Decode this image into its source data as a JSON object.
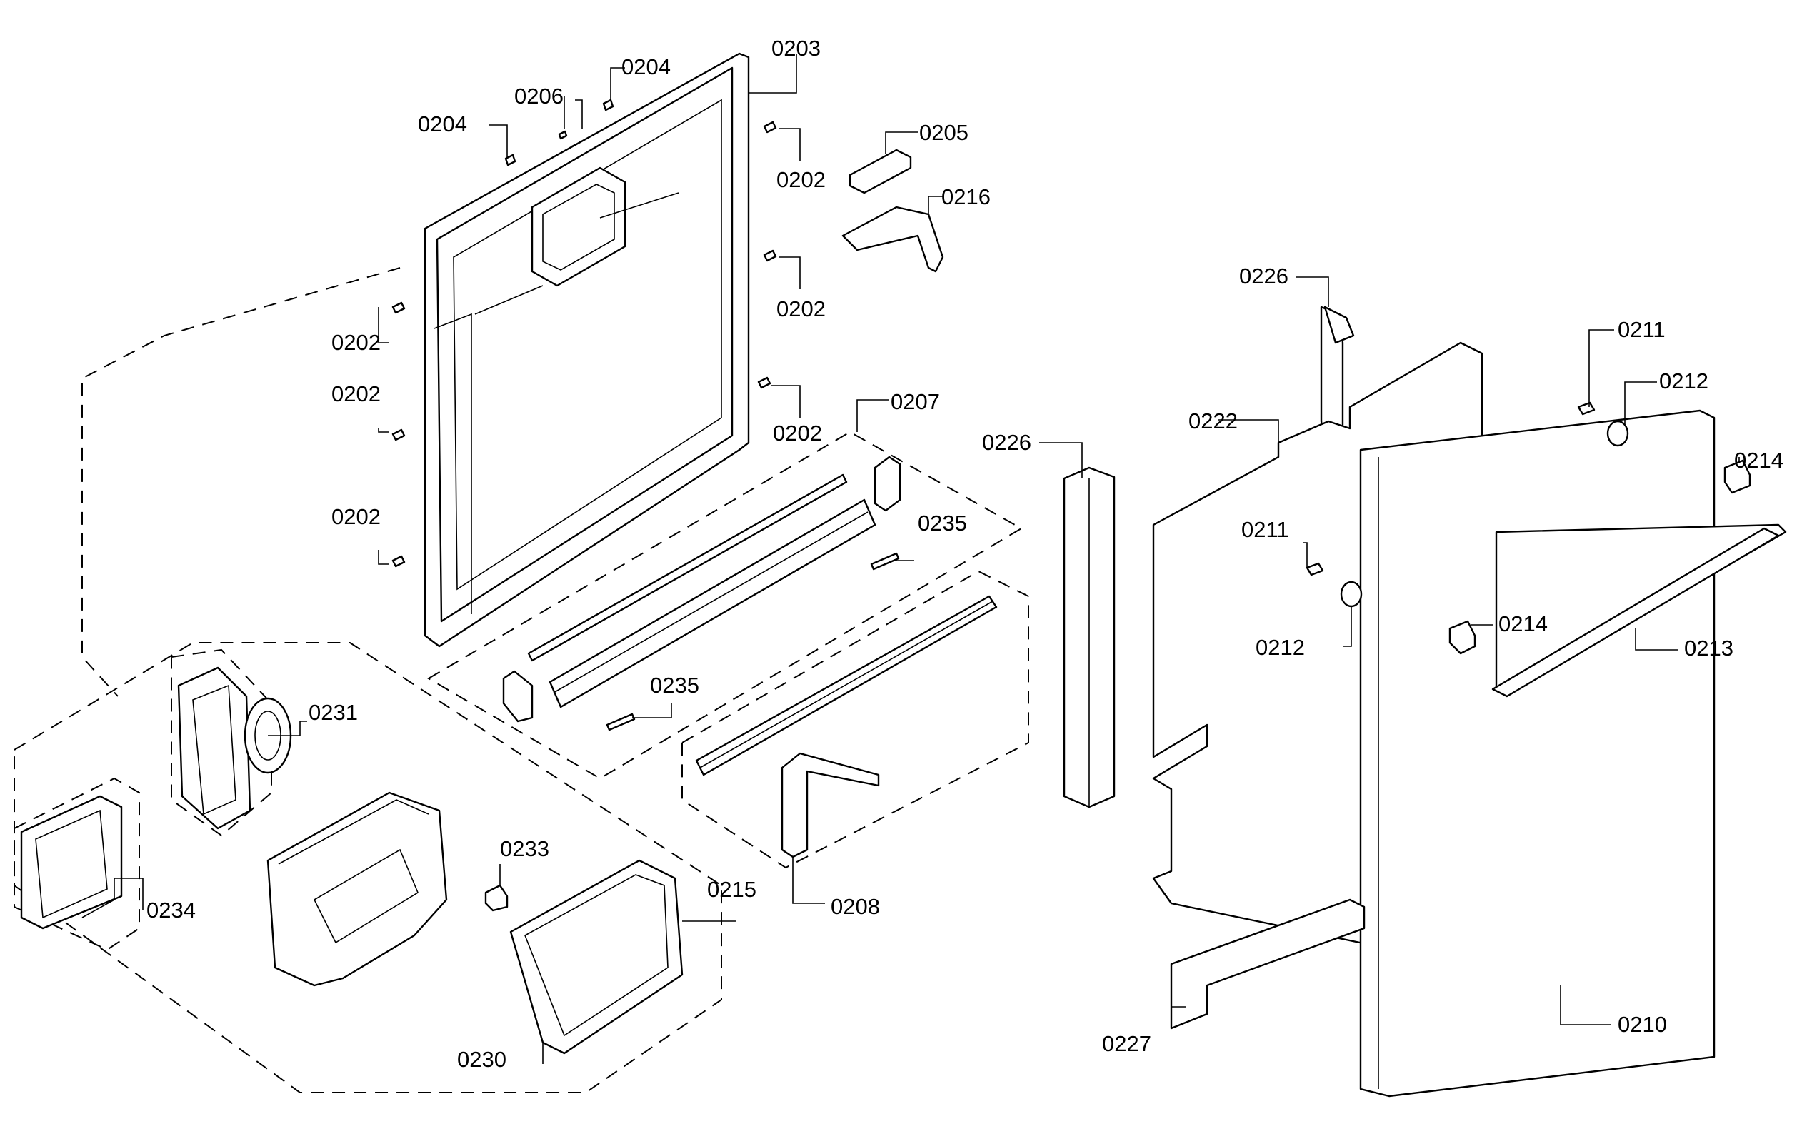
{
  "parts": [
    {
      "id": "p0203",
      "label": "0203"
    },
    {
      "id": "p0204a",
      "label": "0204"
    },
    {
      "id": "p0204b",
      "label": "0204"
    },
    {
      "id": "p0206",
      "label": "0206"
    },
    {
      "id": "p0205",
      "label": "0205"
    },
    {
      "id": "p0216",
      "label": "0216"
    },
    {
      "id": "p0202a",
      "label": "0202"
    },
    {
      "id": "p0202b",
      "label": "0202"
    },
    {
      "id": "p0202c",
      "label": "0202"
    },
    {
      "id": "p0202d",
      "label": "0202"
    },
    {
      "id": "p0202e",
      "label": "0202"
    },
    {
      "id": "p0202f",
      "label": "0202"
    },
    {
      "id": "p0207",
      "label": "0207"
    },
    {
      "id": "p0235a",
      "label": "0235"
    },
    {
      "id": "p0235b",
      "label": "0235"
    },
    {
      "id": "p0231",
      "label": "0231"
    },
    {
      "id": "p0234",
      "label": "0234"
    },
    {
      "id": "p0233",
      "label": "0233"
    },
    {
      "id": "p0215",
      "label": "0215"
    },
    {
      "id": "p0230",
      "label": "0230"
    },
    {
      "id": "p0208",
      "label": "0208"
    },
    {
      "id": "p0226a",
      "label": "0226"
    },
    {
      "id": "p0226b",
      "label": "0226"
    },
    {
      "id": "p0222",
      "label": "0222"
    },
    {
      "id": "p0211a",
      "label": "0211"
    },
    {
      "id": "p0211b",
      "label": "0211"
    },
    {
      "id": "p0212a",
      "label": "0212"
    },
    {
      "id": "p0212b",
      "label": "0212"
    },
    {
      "id": "p0214a",
      "label": "0214"
    },
    {
      "id": "p0214b",
      "label": "0214"
    },
    {
      "id": "p0213",
      "label": "0213"
    },
    {
      "id": "p0227",
      "label": "0227"
    },
    {
      "id": "p0210",
      "label": "0210"
    }
  ]
}
